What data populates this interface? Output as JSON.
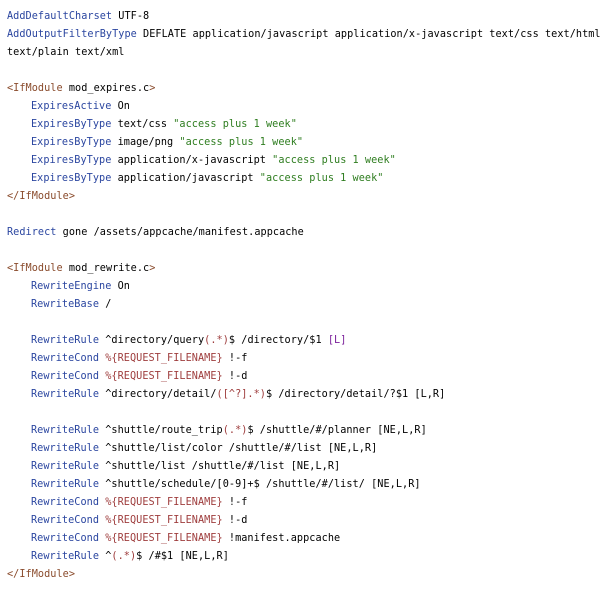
{
  "colors": {
    "tag": "#8a4b2c",
    "directive": "#2b46a0",
    "string": "#2e7d1f",
    "variable": "#9e3c3c",
    "plain": "#000000",
    "background": "#ffffff"
  },
  "lines": [
    {
      "i": 0,
      "s": [
        {
          "t": "dir",
          "v": "AddDefaultCharset"
        },
        {
          "t": "pl",
          "v": " UTF-8"
        }
      ]
    },
    {
      "i": 0,
      "s": [
        {
          "t": "dir",
          "v": "AddOutputFilterByType"
        },
        {
          "t": "pl",
          "v": " DEFLATE application/javascript application/x-javascript text/css text/html"
        }
      ]
    },
    {
      "i": 0,
      "s": [
        {
          "t": "pl",
          "v": "text/plain text/xml"
        }
      ]
    },
    {
      "i": 0,
      "s": []
    },
    {
      "i": 0,
      "s": [
        {
          "t": "tag",
          "v": "<IfModule"
        },
        {
          "t": "pl",
          "v": " mod_expires.c"
        },
        {
          "t": "tag",
          "v": ">"
        }
      ]
    },
    {
      "i": 1,
      "s": [
        {
          "t": "dir",
          "v": "ExpiresActive"
        },
        {
          "t": "pl",
          "v": " On"
        }
      ]
    },
    {
      "i": 1,
      "s": [
        {
          "t": "dir",
          "v": "ExpiresByType"
        },
        {
          "t": "pl",
          "v": " text/css "
        },
        {
          "t": "str",
          "v": "\"access plus 1 week\""
        }
      ]
    },
    {
      "i": 1,
      "s": [
        {
          "t": "dir",
          "v": "ExpiresByType"
        },
        {
          "t": "pl",
          "v": " image/png "
        },
        {
          "t": "str",
          "v": "\"access plus 1 week\""
        }
      ]
    },
    {
      "i": 1,
      "s": [
        {
          "t": "dir",
          "v": "ExpiresByType"
        },
        {
          "t": "pl",
          "v": " application/x-javascript "
        },
        {
          "t": "str",
          "v": "\"access plus 1 week\""
        }
      ]
    },
    {
      "i": 1,
      "s": [
        {
          "t": "dir",
          "v": "ExpiresByType"
        },
        {
          "t": "pl",
          "v": " application/javascript "
        },
        {
          "t": "str",
          "v": "\"access plus 1 week\""
        }
      ]
    },
    {
      "i": 0,
      "s": [
        {
          "t": "tag",
          "v": "</IfModule>"
        }
      ]
    },
    {
      "i": 0,
      "s": []
    },
    {
      "i": 0,
      "s": [
        {
          "t": "dir",
          "v": "Redirect"
        },
        {
          "t": "pl",
          "v": " gone /assets/appcache/manifest.appcache"
        }
      ]
    },
    {
      "i": 0,
      "s": []
    },
    {
      "i": 0,
      "s": [
        {
          "t": "tag",
          "v": "<IfModule"
        },
        {
          "t": "pl",
          "v": " mod_rewrite.c"
        },
        {
          "t": "tag",
          "v": ">"
        }
      ]
    },
    {
      "i": 1,
      "s": [
        {
          "t": "dir",
          "v": "RewriteEngine"
        },
        {
          "t": "pl",
          "v": " On"
        }
      ]
    },
    {
      "i": 1,
      "s": [
        {
          "t": "dir",
          "v": "RewriteBase"
        },
        {
          "t": "pl",
          "v": " /"
        }
      ]
    },
    {
      "i": 0,
      "s": []
    },
    {
      "i": 1,
      "s": [
        {
          "t": "dir",
          "v": "RewriteRule"
        },
        {
          "t": "pl",
          "v": " ^directory/query"
        },
        {
          "t": "var",
          "v": "(.*)"
        },
        {
          "t": "pl",
          "v": "$ /directory/$1 "
        },
        {
          "t": "br",
          "v": "[L]"
        }
      ]
    },
    {
      "i": 1,
      "s": [
        {
          "t": "dir",
          "v": "RewriteCond"
        },
        {
          "t": "pl",
          "v": " "
        },
        {
          "t": "var",
          "v": "%{REQUEST_FILENAME}"
        },
        {
          "t": "pl",
          "v": " !-f"
        }
      ]
    },
    {
      "i": 1,
      "s": [
        {
          "t": "dir",
          "v": "RewriteCond"
        },
        {
          "t": "pl",
          "v": " "
        },
        {
          "t": "var",
          "v": "%{REQUEST_FILENAME}"
        },
        {
          "t": "pl",
          "v": " !-d"
        }
      ]
    },
    {
      "i": 1,
      "s": [
        {
          "t": "dir",
          "v": "RewriteRule"
        },
        {
          "t": "pl",
          "v": " ^directory/detail/"
        },
        {
          "t": "var",
          "v": "([^?].*)"
        },
        {
          "t": "pl",
          "v": "$ /directory/detail/?$1 [L,R]"
        }
      ]
    },
    {
      "i": 0,
      "s": []
    },
    {
      "i": 1,
      "s": [
        {
          "t": "dir",
          "v": "RewriteRule"
        },
        {
          "t": "pl",
          "v": " ^shuttle/route_trip"
        },
        {
          "t": "var",
          "v": "(.*)"
        },
        {
          "t": "pl",
          "v": "$ /shuttle/#/planner [NE,L,R]"
        }
      ]
    },
    {
      "i": 1,
      "s": [
        {
          "t": "dir",
          "v": "RewriteRule"
        },
        {
          "t": "pl",
          "v": " ^shuttle/list/color /shuttle/#/list [NE,L,R]"
        }
      ]
    },
    {
      "i": 1,
      "s": [
        {
          "t": "dir",
          "v": "RewriteRule"
        },
        {
          "t": "pl",
          "v": " ^shuttle/list /shuttle/#/list [NE,L,R]"
        }
      ]
    },
    {
      "i": 1,
      "s": [
        {
          "t": "dir",
          "v": "RewriteRule"
        },
        {
          "t": "pl",
          "v": " ^shuttle/schedule/[0-9]+$ /shuttle/#/list/ [NE,L,R]"
        }
      ]
    },
    {
      "i": 1,
      "s": [
        {
          "t": "dir",
          "v": "RewriteCond"
        },
        {
          "t": "pl",
          "v": " "
        },
        {
          "t": "var",
          "v": "%{REQUEST_FILENAME}"
        },
        {
          "t": "pl",
          "v": " !-f"
        }
      ]
    },
    {
      "i": 1,
      "s": [
        {
          "t": "dir",
          "v": "RewriteCond"
        },
        {
          "t": "pl",
          "v": " "
        },
        {
          "t": "var",
          "v": "%{REQUEST_FILENAME}"
        },
        {
          "t": "pl",
          "v": " !-d"
        }
      ]
    },
    {
      "i": 1,
      "s": [
        {
          "t": "dir",
          "v": "RewriteCond"
        },
        {
          "t": "pl",
          "v": " "
        },
        {
          "t": "var",
          "v": "%{REQUEST_FILENAME}"
        },
        {
          "t": "pl",
          "v": " !manifest.appcache"
        }
      ]
    },
    {
      "i": 1,
      "s": [
        {
          "t": "dir",
          "v": "RewriteRule"
        },
        {
          "t": "pl",
          "v": " ^"
        },
        {
          "t": "var",
          "v": "(.*)"
        },
        {
          "t": "pl",
          "v": "$ /#$1 [NE,L,R]"
        }
      ]
    },
    {
      "i": 0,
      "s": [
        {
          "t": "tag",
          "v": "</IfModule>"
        }
      ]
    }
  ]
}
